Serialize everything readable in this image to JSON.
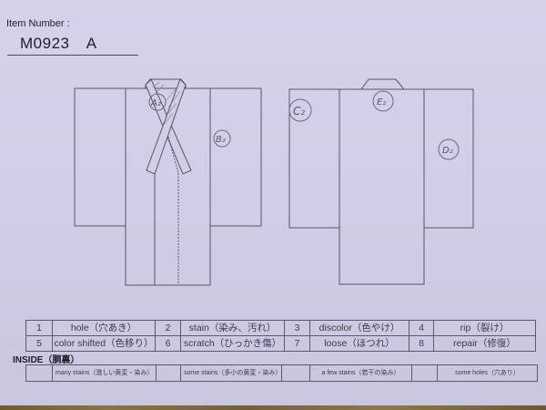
{
  "header": {
    "item_number_label": "Item Number :",
    "item_number_value": "M0923   A"
  },
  "diagram": {
    "front_view": {
      "markers": [
        {
          "id": "A2",
          "label": "A₂",
          "location": "collar / neckline"
        },
        {
          "id": "B2",
          "label": "B₂",
          "location": "left sleeve (viewer's right)"
        }
      ]
    },
    "back_view": {
      "markers": [
        {
          "id": "C2",
          "label": "C₂",
          "location": "left sleeve top"
        },
        {
          "id": "E2",
          "label": "E₂",
          "location": "back collar"
        },
        {
          "id": "D2",
          "label": "D₂",
          "location": "right sleeve"
        }
      ]
    }
  },
  "damage_legend": {
    "rows": [
      [
        {
          "num": "1",
          "label": "hole（穴あき）"
        },
        {
          "num": "2",
          "label": "stain（染み、汚れ）"
        },
        {
          "num": "3",
          "label": "discolor（色やけ）"
        },
        {
          "num": "4",
          "label": "rip（裂け）"
        }
      ],
      [
        {
          "num": "5",
          "label": "color shifted（色移り）"
        },
        {
          "num": "6",
          "label": "scratch（ひっかき傷）"
        },
        {
          "num": "7",
          "label": "loose（ほつれ）"
        },
        {
          "num": "8",
          "label": "repair（修復）"
        }
      ]
    ]
  },
  "inside": {
    "title": "INSIDE（胴裏）",
    "options": [
      {
        "check": "",
        "label": "many stains（激しい黄変・染み）"
      },
      {
        "check": "",
        "label": "some stains（多小の黄変・染み）"
      },
      {
        "check": "",
        "label": "a few stains（若干の染み）"
      },
      {
        "check": "",
        "label": "some holes（穴あり）"
      }
    ]
  },
  "colors": {
    "paper": "#d0cfe6",
    "ink": "#4a4a58",
    "wood": "#7a6640"
  }
}
